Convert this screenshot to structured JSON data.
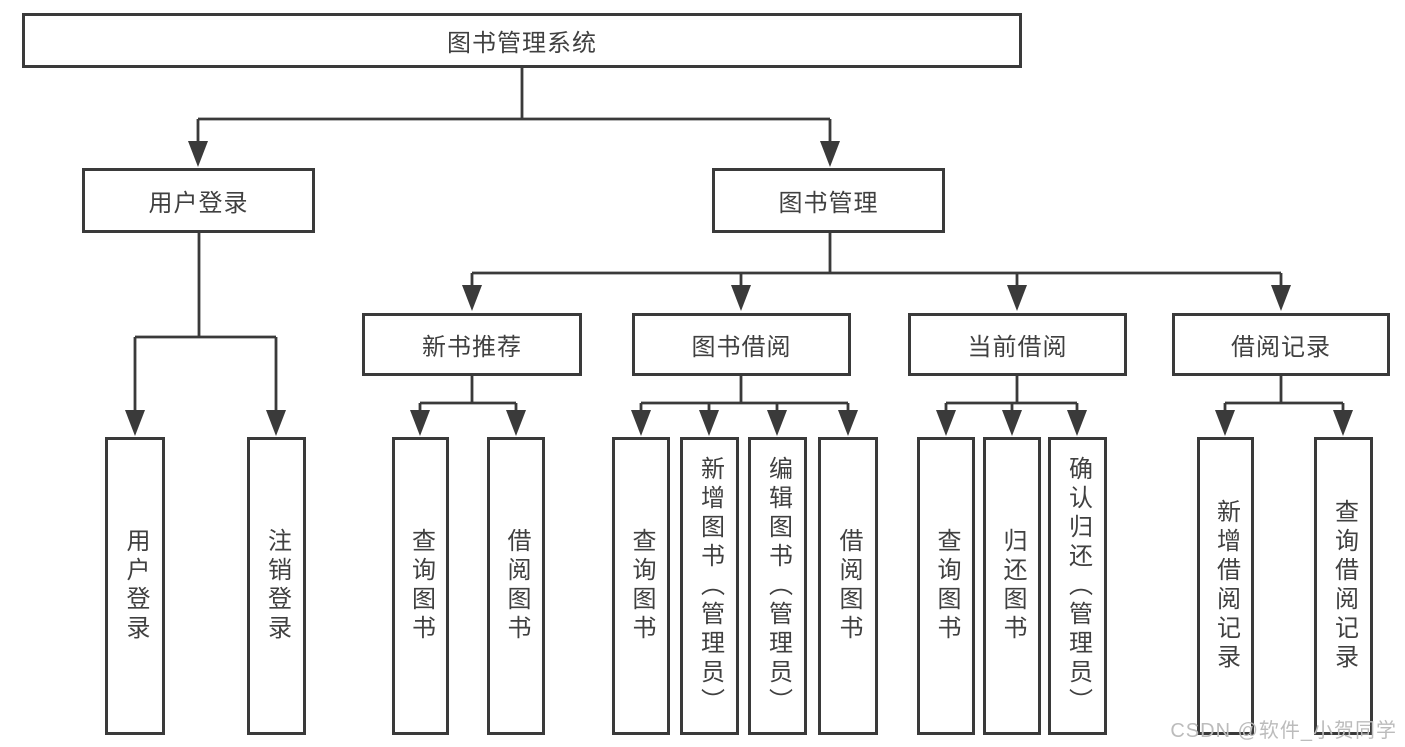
{
  "tree": {
    "label": "图书管理系统",
    "children": [
      {
        "label": "用户登录",
        "children": [
          {
            "label": "用户登录"
          },
          {
            "label": "注销登录"
          }
        ]
      },
      {
        "label": "图书管理",
        "children": [
          {
            "label": "新书推荐",
            "children": [
              {
                "label": "查询图书"
              },
              {
                "label": "借阅图书"
              }
            ]
          },
          {
            "label": "图书借阅",
            "children": [
              {
                "label": "查询图书"
              },
              {
                "label": "新增图书（管理员）"
              },
              {
                "label": "编辑图书（管理员）"
              },
              {
                "label": "借阅图书"
              }
            ]
          },
          {
            "label": "当前借阅",
            "children": [
              {
                "label": "查询图书"
              },
              {
                "label": "归还图书"
              },
              {
                "label": "确认归还（管理员）"
              }
            ]
          },
          {
            "label": "借阅记录",
            "children": [
              {
                "label": "新增借阅记录"
              },
              {
                "label": "查询借阅记录"
              }
            ]
          }
        ]
      }
    ]
  },
  "watermark": {
    "text": "CSDN @软件_小贺同学"
  },
  "colors": {
    "line": "#3a3a3a",
    "box_border": "#3a3a3a",
    "text": "#404040",
    "watermark": "#bcbcbc",
    "background": "#ffffff"
  }
}
